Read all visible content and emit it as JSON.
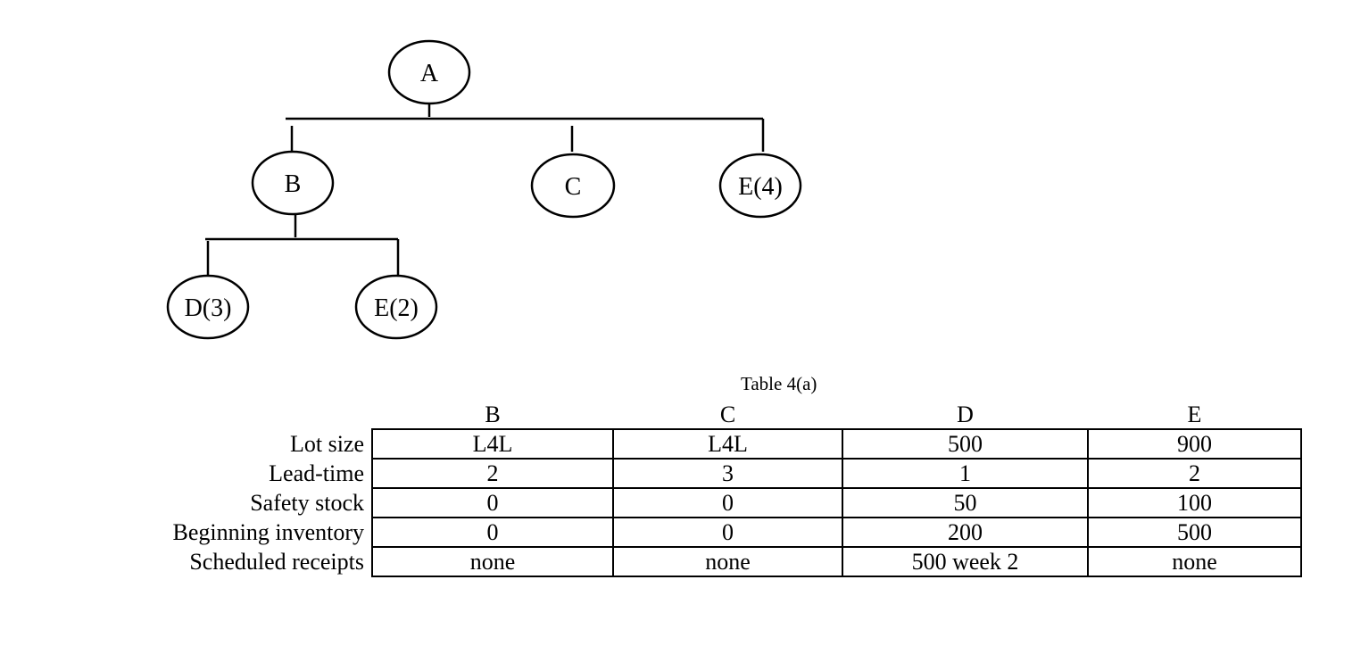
{
  "tree": {
    "nodes": {
      "A": "A",
      "B": "B",
      "C": "C",
      "E4": "E(4)",
      "D3": "D(3)",
      "E2": "E(2)"
    }
  },
  "table": {
    "caption": "Table 4(a)",
    "columns": [
      "B",
      "C",
      "D",
      "E"
    ],
    "rows": [
      {
        "label": "Lot size",
        "values": [
          "L4L",
          "L4L",
          "500",
          "900"
        ]
      },
      {
        "label": "Lead-time",
        "values": [
          "2",
          "3",
          "1",
          "2"
        ]
      },
      {
        "label": "Safety stock",
        "values": [
          "0",
          "0",
          "50",
          "100"
        ]
      },
      {
        "label": "Beginning inventory",
        "values": [
          "0",
          "0",
          "200",
          "500"
        ]
      },
      {
        "label": "Scheduled receipts",
        "values": [
          "none",
          "none",
          "500 week 2",
          "none"
        ]
      }
    ]
  }
}
